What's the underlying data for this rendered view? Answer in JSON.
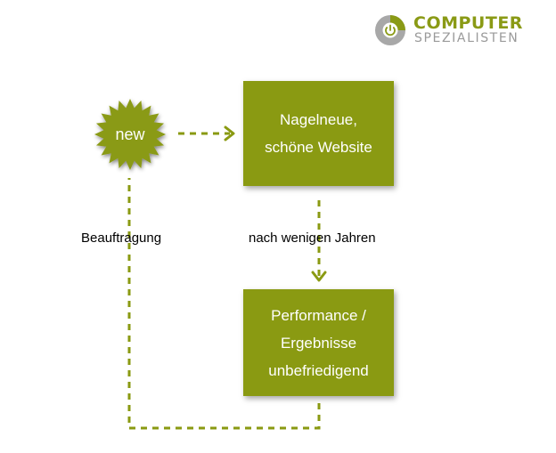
{
  "logo": {
    "line1": "COMPUTER",
    "line2": "SPEZIALISTEN",
    "icon": "power-button-icon",
    "colors": {
      "green": "#8a9a15",
      "gray": "#9a9a9a"
    }
  },
  "badge": {
    "text": "new",
    "color": "#8a9a12"
  },
  "boxes": {
    "top": {
      "lines": [
        "Nagelneue,",
        "schöne Website"
      ]
    },
    "bottom": {
      "lines": [
        "Performance /",
        "Ergebnisse",
        "unbefriedigend"
      ]
    }
  },
  "labels": {
    "left": "Beauftragung",
    "middle": "nach wenigen Jahren"
  },
  "colors": {
    "box": "#8a9a12",
    "arrow": "#8a9a12",
    "text_on_box": "#ffffff"
  }
}
